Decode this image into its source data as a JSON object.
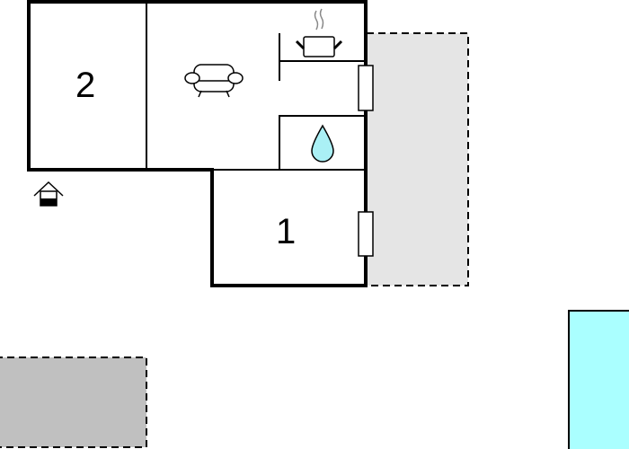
{
  "floorplan": {
    "rooms": [
      {
        "id": "bedroom-2",
        "label": "2"
      },
      {
        "id": "bedroom-1",
        "label": "1"
      },
      {
        "id": "living-room",
        "label": ""
      },
      {
        "id": "kitchen",
        "label": ""
      },
      {
        "id": "bathroom",
        "label": ""
      }
    ],
    "areas": {
      "terrace": {
        "color": "#e5e5e5"
      },
      "outdoor-area": {
        "color": "#c0c0c0"
      },
      "pool": {
        "color": "#aaffff"
      }
    },
    "icons": [
      "sofa-icon",
      "cooking-pot-icon",
      "water-drop-icon",
      "entrance-house-icon",
      "window-icon"
    ],
    "colors": {
      "wall": "#000000",
      "water": "#aaf0f5"
    }
  }
}
